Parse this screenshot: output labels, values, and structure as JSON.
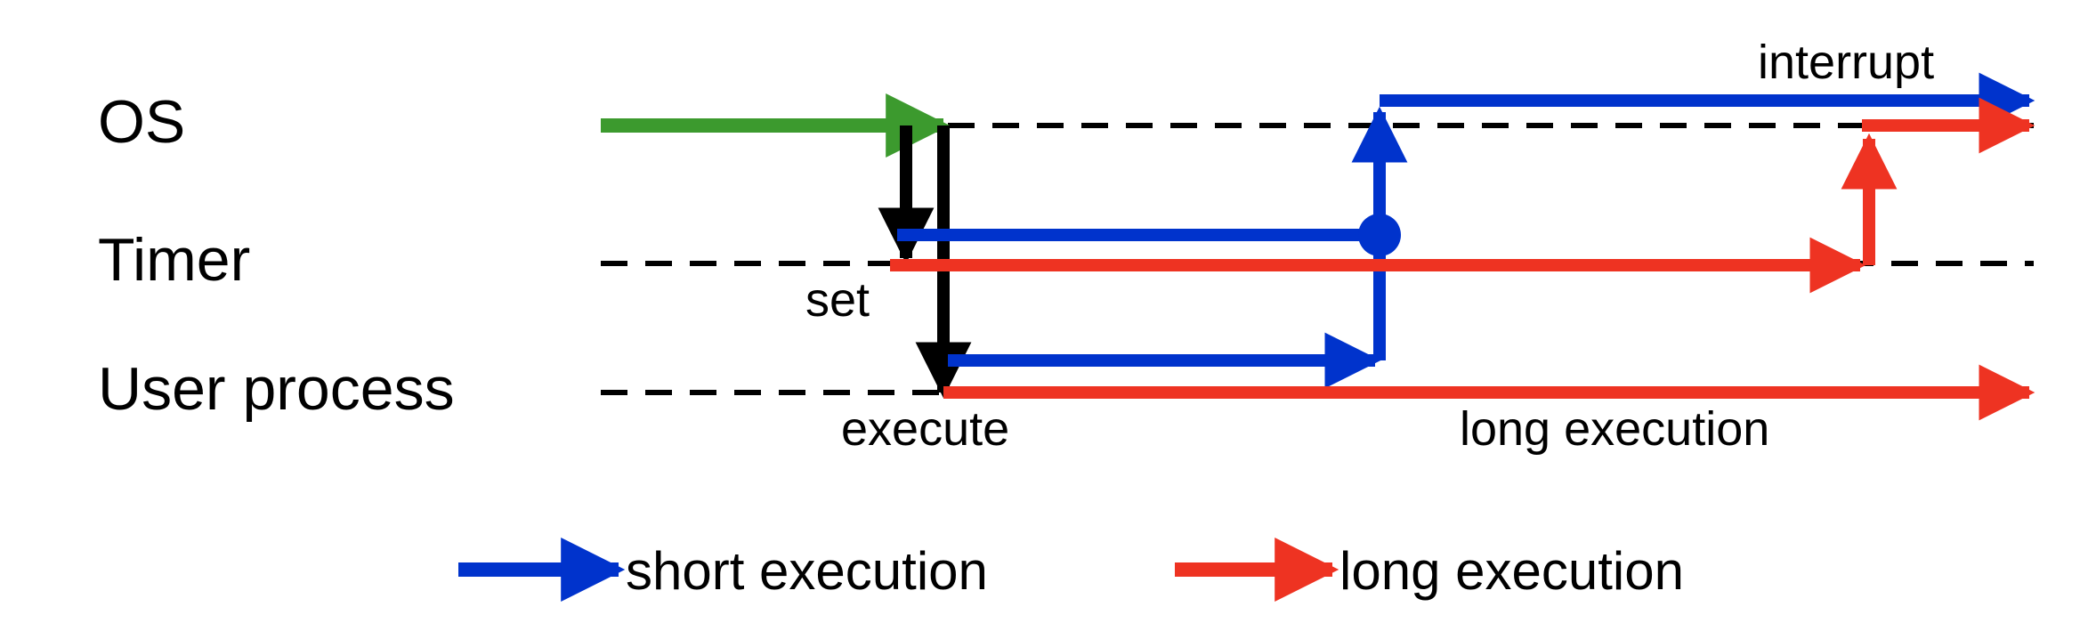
{
  "lanes": {
    "os": "OS",
    "timer": "Timer",
    "user_process": "User process"
  },
  "annotations": {
    "set": "set",
    "execute": "execute",
    "interrupt": "interrupt",
    "long_execution": "long execution"
  },
  "legend": {
    "short": "short execution",
    "long": "long execution"
  },
  "colors": {
    "short": "#0033cc",
    "long": "#ee3322",
    "start": "#3c9a2e",
    "control": "#000000"
  }
}
